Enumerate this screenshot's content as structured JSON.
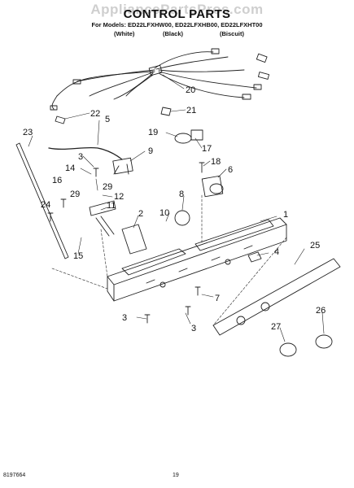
{
  "header": {
    "watermark": "AppliancePartsPros.com",
    "title": "CONTROL PARTS",
    "models": "For Models: ED22LFXHW00, ED22LFXHB00, ED22LFXHT00",
    "color_labels": [
      "(White)",
      "(Black)",
      "(Biscuit)"
    ]
  },
  "callouts": [
    "1",
    "2",
    "3",
    "3",
    "3",
    "4",
    "5",
    "6",
    "7",
    "8",
    "9",
    "10",
    "11",
    "12",
    "14",
    "15",
    "16",
    "17",
    "18",
    "19",
    "20",
    "21",
    "22",
    "23",
    "24",
    "25",
    "26",
    "27",
    "29",
    "29"
  ],
  "footer": {
    "doc_number": "8197664",
    "page_number": "19"
  }
}
